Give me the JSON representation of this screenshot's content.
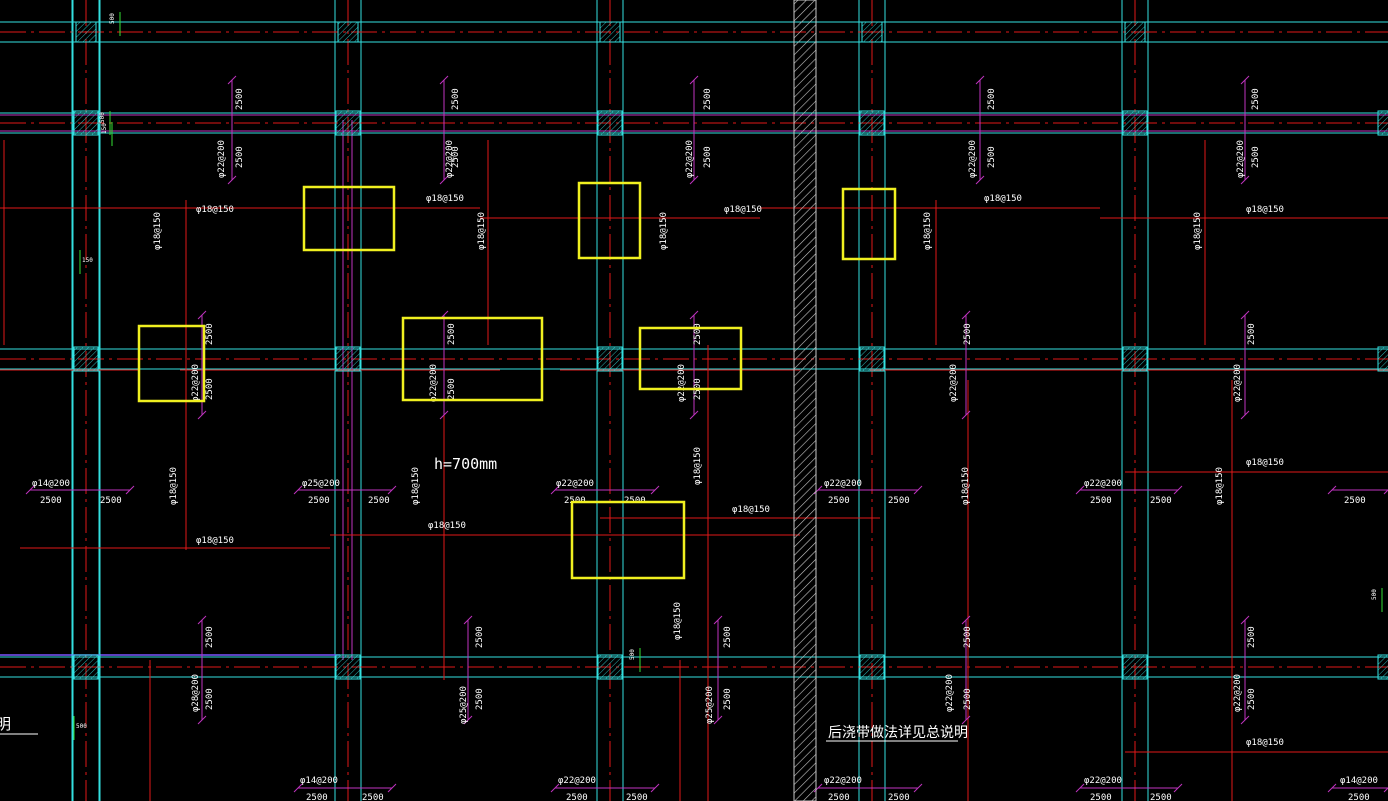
{
  "colors": {
    "background": "#000000",
    "grid_cyan": "#33e0e0",
    "rebar_red": "#e01818",
    "dim_magenta": "#c033c0",
    "text_white": "#ffffff",
    "highlight_yellow": "#f0f020",
    "dim_green": "#33e033",
    "hatch": "#c8c8c8"
  },
  "labels": {
    "slab_thickness": "h=700mm",
    "post_pour_note": "后浇带做法详见总说明",
    "edge_fragment": "明"
  },
  "rebar_labels": [
    {
      "text": "φ18@150",
      "orient": "h"
    },
    {
      "text": "φ18@150",
      "orient": "h"
    },
    {
      "text": "φ18@150",
      "orient": "h"
    },
    {
      "text": "φ18@150",
      "orient": "h"
    },
    {
      "text": "φ18@150",
      "orient": "h"
    },
    {
      "text": "φ18@150",
      "orient": "h"
    },
    {
      "text": "φ18@150",
      "orient": "h"
    },
    {
      "text": "φ18@150",
      "orient": "h"
    },
    {
      "text": "φ18@150",
      "orient": "h"
    },
    {
      "text": "φ18@150",
      "orient": "h"
    },
    {
      "text": "φ18@150",
      "orient": "v"
    },
    {
      "text": "φ18@150",
      "orient": "v"
    },
    {
      "text": "φ18@150",
      "orient": "v"
    },
    {
      "text": "φ18@150",
      "orient": "v"
    },
    {
      "text": "φ18@150",
      "orient": "v"
    },
    {
      "text": "φ18@150",
      "orient": "v"
    },
    {
      "text": "φ18@150",
      "orient": "v"
    },
    {
      "text": "φ18@150",
      "orient": "v"
    },
    {
      "text": "φ18@150",
      "orient": "v"
    },
    {
      "text": "φ18@150",
      "orient": "v"
    },
    {
      "text": "φ18@150",
      "orient": "v"
    },
    {
      "text": "φ22@200",
      "orient": "v"
    },
    {
      "text": "φ22@200",
      "orient": "v"
    },
    {
      "text": "φ22@200",
      "orient": "v"
    },
    {
      "text": "φ22@200",
      "orient": "v"
    },
    {
      "text": "φ22@200",
      "orient": "v"
    },
    {
      "text": "φ22@200",
      "orient": "v"
    },
    {
      "text": "φ22@200",
      "orient": "v"
    },
    {
      "text": "φ22@200",
      "orient": "v"
    },
    {
      "text": "φ22@200",
      "orient": "v"
    },
    {
      "text": "φ22@200",
      "orient": "v"
    },
    {
      "text": "φ28@200",
      "orient": "v"
    },
    {
      "text": "φ25@200",
      "orient": "v"
    },
    {
      "text": "φ25@200",
      "orient": "v"
    },
    {
      "text": "φ22@200",
      "orient": "v"
    },
    {
      "text": "φ22@200",
      "orient": "v"
    },
    {
      "text": "φ14@200",
      "orient": "h"
    },
    {
      "text": "φ25@200",
      "orient": "h"
    },
    {
      "text": "φ22@200",
      "orient": "h"
    },
    {
      "text": "φ22@200",
      "orient": "h"
    },
    {
      "text": "φ22@200",
      "orient": "h"
    },
    {
      "text": "φ14@200",
      "orient": "h"
    },
    {
      "text": "φ22@200",
      "orient": "h"
    },
    {
      "text": "φ22@200",
      "orient": "h"
    },
    {
      "text": "φ22@200",
      "orient": "h"
    },
    {
      "text": "φ14@200",
      "orient": "h"
    }
  ],
  "dim_label": "2500",
  "small_dims": [
    "500",
    "500",
    "150",
    "500",
    "500",
    "500",
    "150"
  ]
}
